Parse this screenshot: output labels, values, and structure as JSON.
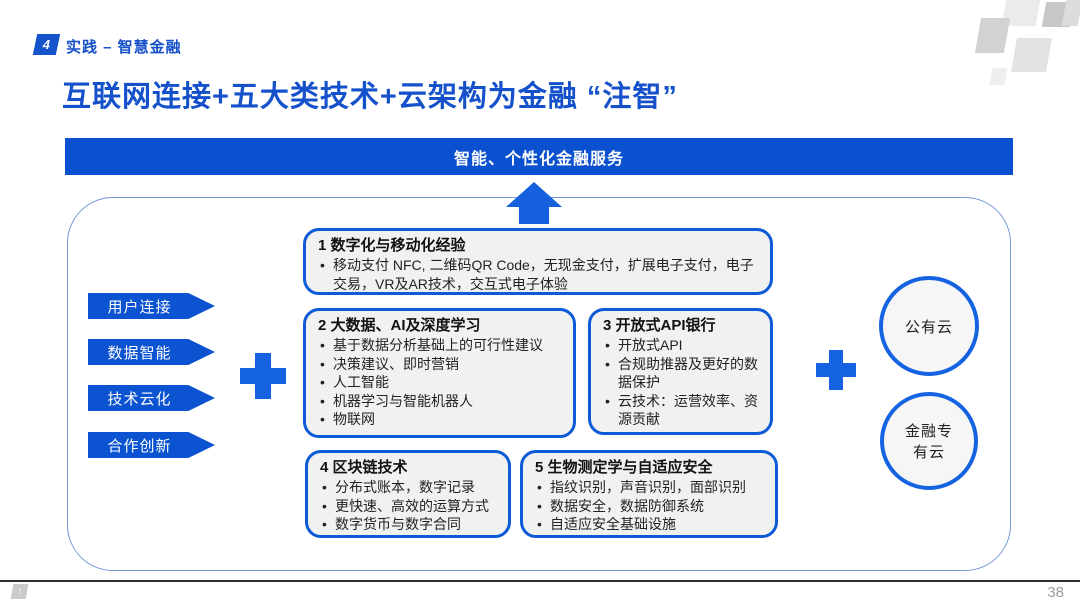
{
  "slide": {
    "badge": "4",
    "section_label": "实践 – 智慧金融",
    "title": "互联网连接+五大类技术+云架构为金融 “注智”",
    "banner": "智能、个性化金融服务",
    "page_number": "38",
    "logo_glyph": "↑"
  },
  "left_tags": [
    "用户连接",
    "数据智能",
    "技术云化",
    "合作创新"
  ],
  "boxes": [
    {
      "num": "1",
      "title": "数字化与移动化经验",
      "bullets": [
        "移动支付 NFC, 二维码QR Code，无现金支付，扩展电子支付，电子交易，VR及AR技术，交互式电子体验"
      ]
    },
    {
      "num": "2",
      "title": "大数据、AI及深度学习",
      "bullets": [
        "基于数据分析基础上的可行性建议",
        "决策建议、即时营销",
        "人工智能",
        "机器学习与智能机器人",
        "物联网"
      ]
    },
    {
      "num": "3",
      "title": "开放式API银行",
      "bullets": [
        "开放式API",
        "合规助推器及更好的数据保护",
        "云技术：运营效率、资源贡献"
      ]
    },
    {
      "num": "4",
      "title": "区块链技术",
      "bullets": [
        "分布式账本，数字记录",
        "更快速、高效的运算方式",
        "数字货币与数字合同"
      ]
    },
    {
      "num": "5",
      "title": "生物测定学与自适应安全",
      "bullets": [
        "指纹识别，声音识别，面部识别",
        "数据安全，数据防御系统",
        "自适应安全基础设施"
      ]
    }
  ],
  "clouds": [
    {
      "label": "公有云"
    },
    {
      "label": "金融专有云"
    }
  ],
  "colors": {
    "primary_blue": "#0b53d0",
    "banner_blue": "#0b50ce",
    "plus_blue": "#1563e2",
    "box_border_blue": "#0e5bd8",
    "box_fill_gray": "#f1f1f2",
    "title_blue": "#1551ca",
    "footer_line_dark": "#2e2e2e",
    "page_number_gray": "#9c9c9c"
  }
}
